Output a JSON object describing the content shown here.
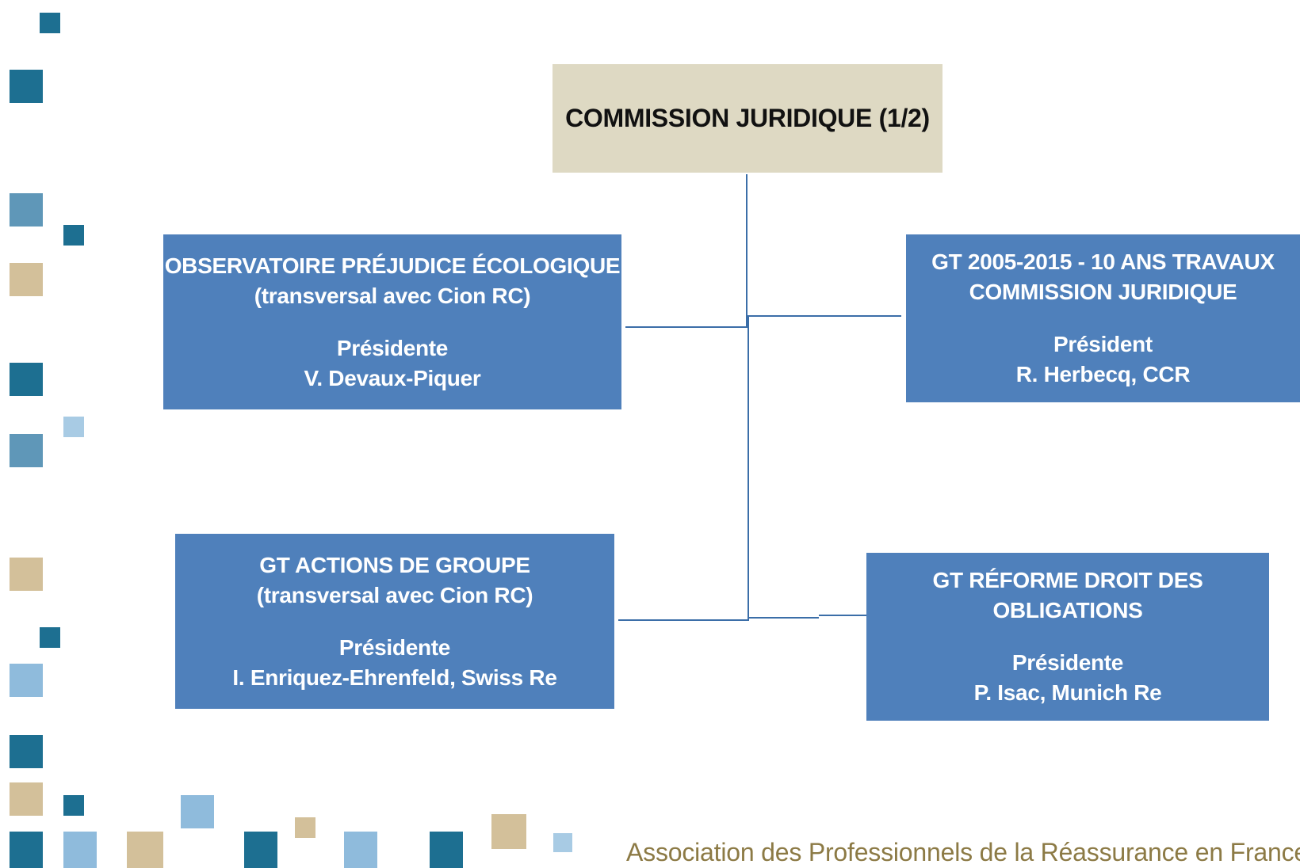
{
  "title": "COMMISSION JURIDIQUE (1/2)",
  "boxes": {
    "observatoire": {
      "line1": "OBSERVATOIRE  PRÉJUDICE ÉCOLOGIQUE",
      "line2": "(transversal avec Cion RC)",
      "role": "Présidente",
      "person": "V. Devaux-Piquer"
    },
    "gt_2005": {
      "line1": "GT  2005-2015 - 10 ANS TRAVAUX",
      "line2": "COMMISSION JURIDIQUE",
      "role": "Président",
      "person": "R. Herbecq, CCR"
    },
    "gt_actions": {
      "line1": "GT ACTIONS DE GROUPE",
      "line2": "(transversal avec Cion RC)",
      "role": "Présidente",
      "person": "I. Enriquez-Ehrenfeld, Swiss Re"
    },
    "gt_reforme": {
      "line1": "GT  RÉFORME DROIT DES",
      "line2": "OBLIGATIONS",
      "role": "Présidente",
      "person": "P. Isac, Munich Re"
    }
  },
  "footer": "Association des Professionnels de la Réassurance en France",
  "colors": {
    "box_fill": "#4f80bb",
    "title_fill": "#ded9c3",
    "connector": "#3b6ea8",
    "footer_text": "#8c7a45"
  }
}
